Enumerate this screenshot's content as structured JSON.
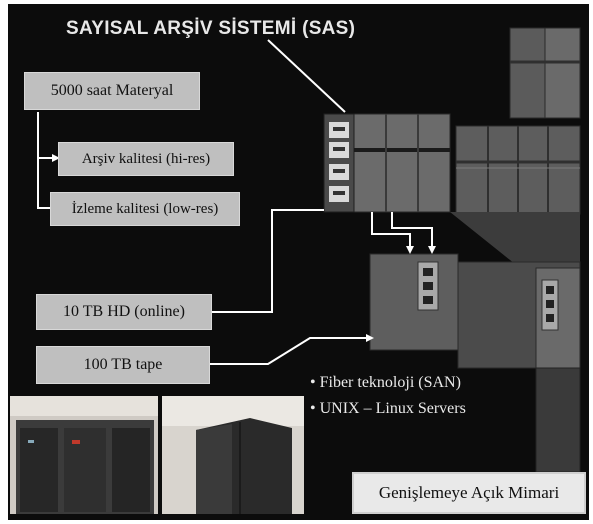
{
  "title": "SAYISAL ARŞİV SİSTEMİ (SAS)",
  "boxes": {
    "material": "5000 saat Materyal",
    "archive_quality": "Arşiv kalitesi (hi-res)",
    "preview_quality": "İzleme kalitesi (low-res)",
    "online_storage": "10 TB HD (online)",
    "tape_storage": "100 TB tape"
  },
  "bullets": [
    "Fiber teknoloji (SAN)",
    "UNIX – Linux Servers"
  ],
  "footer": "Genişlemeye Açık Mimari",
  "colors": {
    "background": "#0c0c0c",
    "title": "#e8e8e8",
    "box": "#bfbfbf",
    "connector": "#ffffff"
  }
}
